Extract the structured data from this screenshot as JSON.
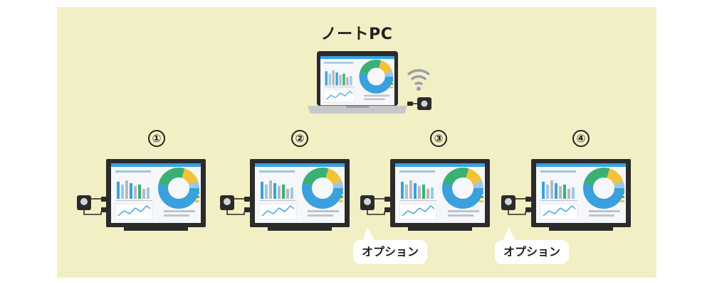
{
  "title": "ノートPC",
  "screens": [
    {
      "number": "①",
      "option": ""
    },
    {
      "number": "②",
      "option": ""
    },
    {
      "number": "③",
      "option": "オプション"
    },
    {
      "number": "④",
      "option": "オプション"
    }
  ],
  "colors": {
    "panel": "#f3efc4",
    "device": "#2b2b2b",
    "screen_bg": "#f5f7fa",
    "accent_blue": "#3aa0de",
    "pie_green": "#3ab074",
    "pie_yellow": "#f2c338",
    "laptop_body": "#c6c8cb"
  },
  "icons": [
    "wifi-icon",
    "laptop-icon",
    "monitor-icon",
    "receiver-icon"
  ]
}
